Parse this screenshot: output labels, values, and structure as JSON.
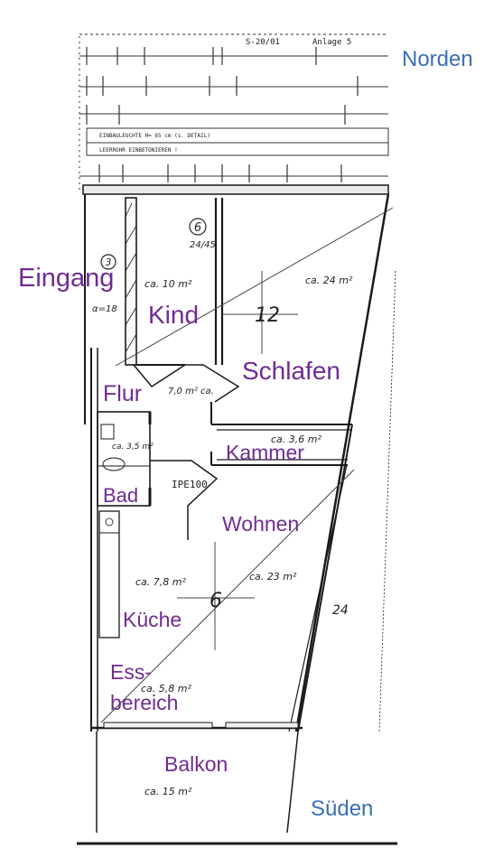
{
  "header": {
    "sheet_no": "S-20/01",
    "attachment": "Anlage 5",
    "note_line1": "EINBAULEUCHTE  H= 65 cm (s. DETAIL)",
    "note_line2": "LEERROHR EINBETONIEREN !"
  },
  "compass": {
    "north": "Norden",
    "south": "Süden"
  },
  "rooms": {
    "eingang": "Eingang",
    "kind": "Kind",
    "schlafen": "Schlafen",
    "flur": "Flur",
    "kammer": "Kammer",
    "bad": "Bad",
    "wohnen": "Wohnen",
    "kueche": "Küche",
    "ess_line1": "Ess-",
    "ess_line2": "bereich",
    "balkon": "Balkon"
  },
  "areas": {
    "kind": "ca. 10 m²",
    "schlafen": "ca. 24 m²",
    "flur": "7,0 m² ca.",
    "bad": "ca. 3,5 m²",
    "kammer": "ca. 3,6 m²",
    "kueche": "ca. 7,8 m²",
    "wohnen": "ca. 23 m²",
    "ess": "ca. 5,8 m²",
    "balkon": "ca. 15 m²"
  },
  "annotations": {
    "circle_6": "6",
    "ref_24_45": "24/45",
    "circle_3": "3",
    "alpha_18": "α=18",
    "axis_12": "12",
    "axis_6": "6",
    "beam": "IPE100",
    "wall_24": "24"
  },
  "colors": {
    "room_label": "#6f2c91",
    "compass": "#3b6fb4",
    "ink": "#222222"
  }
}
